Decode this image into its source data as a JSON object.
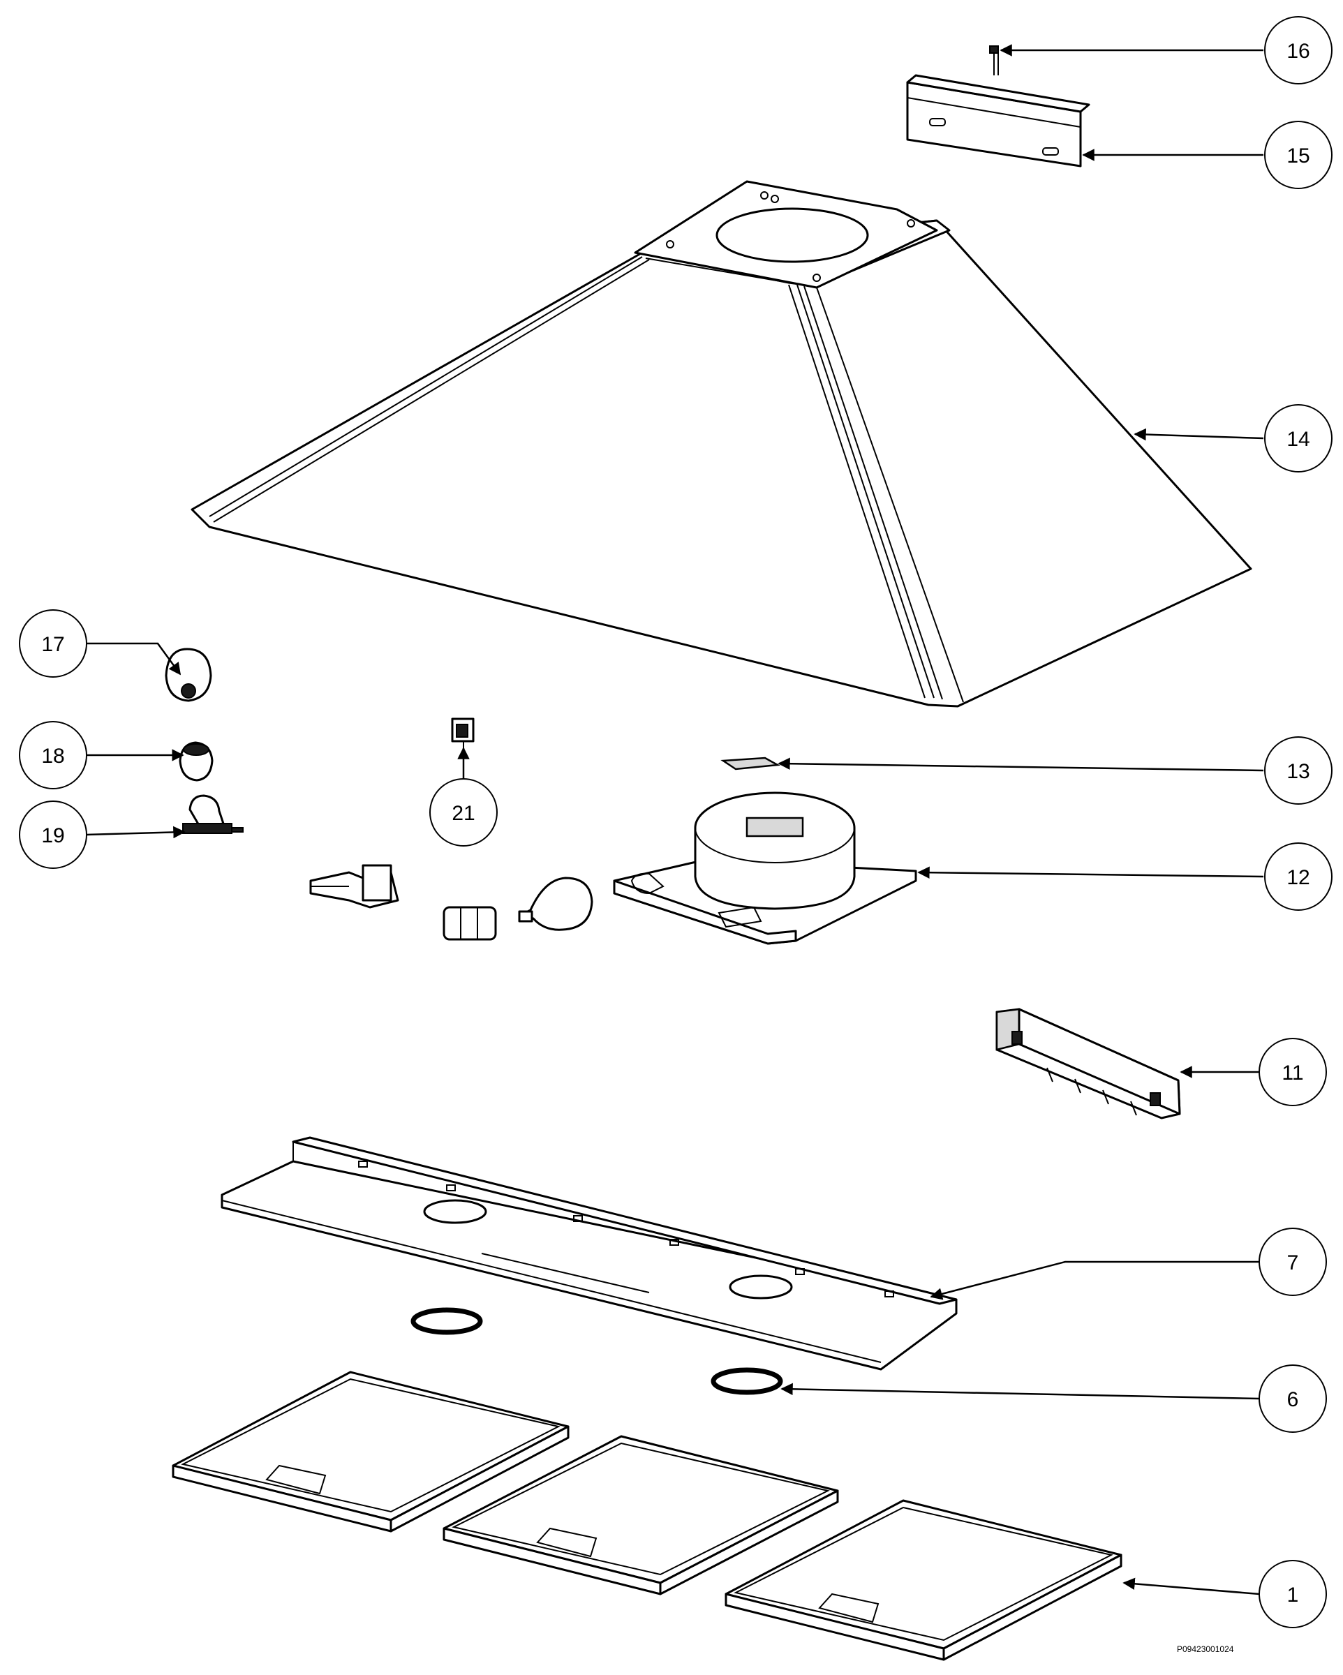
{
  "drawing": {
    "code": "P09423001024",
    "callouts": [
      "16",
      "15",
      "14",
      "17",
      "18",
      "19",
      "21",
      "13",
      "12",
      "11",
      "7",
      "6",
      "1"
    ]
  },
  "colors": {
    "line": "#000000",
    "background": "#ffffff"
  }
}
